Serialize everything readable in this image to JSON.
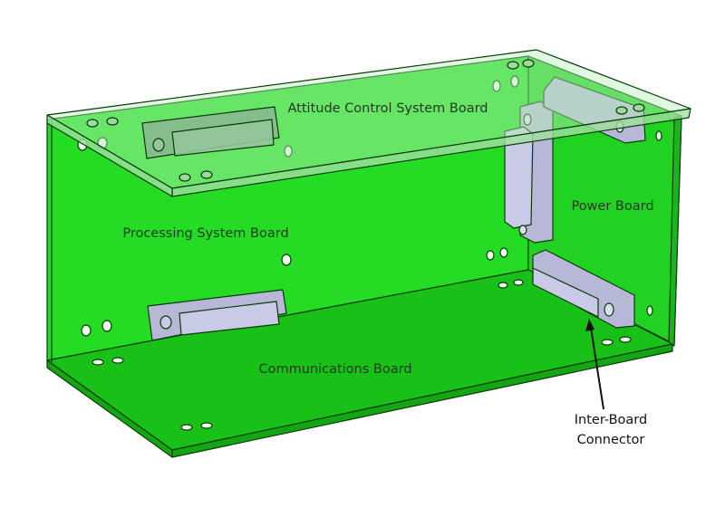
{
  "labels": {
    "attitude": "Attitude Control System Board",
    "processing": "Processing System Board",
    "power": "Power Board",
    "communications": "Communications Board",
    "connector_line1": "Inter-Board",
    "connector_line2": "Connector"
  },
  "colors": {
    "board_green": "#22d822",
    "bottom_green": "#16b816",
    "lid": "#b8f0b8",
    "connector": "#b7b8d8",
    "edge": "#0a3a0a"
  }
}
